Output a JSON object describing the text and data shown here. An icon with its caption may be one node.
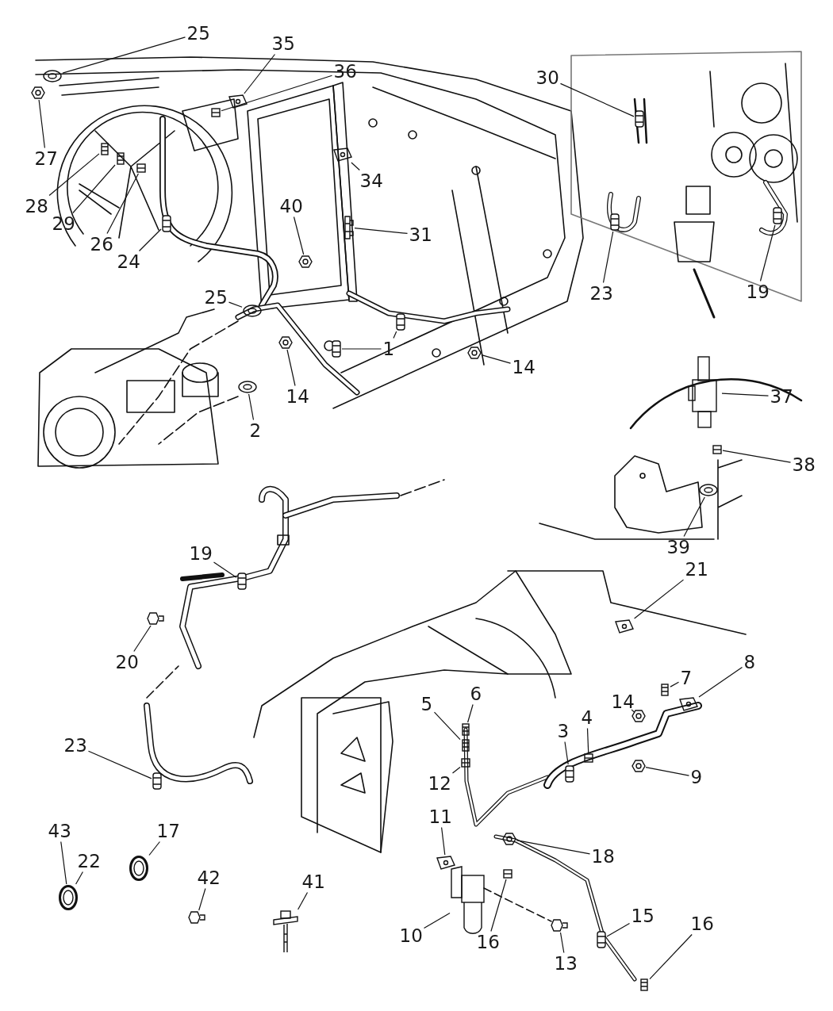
{
  "diagram": {
    "nodes": [
      {
        "text": [
          "25"
        ]
      },
      {
        "text": [
          "35"
        ]
      },
      {
        "text": [
          "36"
        ]
      },
      {
        "text": [
          "27"
        ]
      },
      {
        "text": [
          "28"
        ]
      },
      {
        "text": [
          "29"
        ]
      },
      {
        "text": [
          "26"
        ]
      },
      {
        "text": [
          "24"
        ]
      },
      {
        "text": [
          "34"
        ]
      },
      {
        "text": [
          "31"
        ]
      },
      {
        "text": [
          "40"
        ]
      },
      {
        "text": [
          "25"
        ]
      },
      {
        "text": [
          "1"
        ]
      },
      {
        "text": [
          "14"
        ]
      },
      {
        "text": [
          "14"
        ]
      },
      {
        "text": [
          "2"
        ]
      },
      {
        "text": [
          "30"
        ]
      },
      {
        "text": [
          "23"
        ]
      },
      {
        "text": [
          "19"
        ]
      },
      {
        "text": [
          "37"
        ]
      },
      {
        "text": [
          "38"
        ]
      },
      {
        "text": [
          "39"
        ]
      },
      {
        "text": [
          "19"
        ]
      },
      {
        "text": [
          "21"
        ]
      },
      {
        "text": [
          "20"
        ]
      },
      {
        "text": [
          "7"
        ]
      },
      {
        "text": [
          "8"
        ]
      },
      {
        "text": [
          "14"
        ]
      },
      {
        "text": [
          "5"
        ]
      },
      {
        "text": [
          "6"
        ]
      },
      {
        "text": [
          "4"
        ]
      },
      {
        "text": [
          "3"
        ]
      },
      {
        "text": [
          "23"
        ]
      },
      {
        "text": [
          "9"
        ]
      },
      {
        "text": [
          "12"
        ]
      },
      {
        "text": [
          "43"
        ]
      },
      {
        "text": [
          "17"
        ]
      },
      {
        "text": [
          "11"
        ]
      },
      {
        "text": [
          "18"
        ]
      },
      {
        "text": [
          "22"
        ]
      },
      {
        "text": [
          "42"
        ]
      },
      {
        "text": [
          "41"
        ]
      },
      {
        "text": [
          "15"
        ]
      },
      {
        "text": [
          "16"
        ]
      },
      {
        "text": [
          "10"
        ]
      },
      {
        "text": [
          "16"
        ]
      },
      {
        "text": [
          "13"
        ]
      },
      {
        "text": [],
        "shape": "picture"
      },
      {
        "text": [],
        "shape": "picture"
      },
      {
        "text": [],
        "shape": "picture"
      },
      {
        "text": [],
        "shape": "picture"
      },
      {
        "text": [],
        "shape": "picture"
      },
      {
        "text": [],
        "shape": "picture"
      },
      {
        "text": [],
        "shape": "picture"
      },
      {
        "text": [],
        "shape": "picture"
      },
      {
        "text": [],
        "shape": "picture"
      },
      {
        "text": [],
        "shape": "picture"
      },
      {
        "text": [],
        "shape": "picture"
      },
      {
        "text": [],
        "shape": "picture"
      },
      {
        "text": [],
        "shape": "picture"
      },
      {
        "text": [],
        "shape": "picture"
      },
      {
        "text": [],
        "shape": "picture"
      },
      {
        "text": [],
        "shape": "picture"
      },
      {
        "text": [],
        "shape": "picture"
      },
      {
        "text": [],
        "shape": "picture"
      },
      {
        "text": [],
        "shape": "picture"
      },
      {
        "text": [],
        "shape": "picture"
      },
      {
        "text": [],
        "shape": "picture"
      },
      {
        "text": [],
        "shape": "picture"
      },
      {
        "text": [],
        "shape": "picture"
      },
      {
        "text": [],
        "shape": "picture"
      },
      {
        "text": [],
        "shape": "picture"
      },
      {
        "text": [],
        "shape": "picture"
      },
      {
        "text": [],
        "shape": "picture"
      },
      {
        "text": [],
        "shape": "picture"
      },
      {
        "text": [],
        "shape": "picture"
      },
      {
        "text": [],
        "shape": "picture"
      },
      {
        "text": [],
        "shape": "picture"
      },
      {
        "text": [],
        "shape": "picture"
      },
      {
        "text": [],
        "shape": "picture"
      },
      {
        "text": [],
        "shape": "picture"
      },
      {
        "text": [],
        "shape": "picture"
      },
      {
        "text": [],
        "shape": "picture"
      },
      {
        "text": [],
        "shape": "picture"
      },
      {
        "text": [],
        "shape": "picture"
      },
      {
        "text": [],
        "shape": "picture"
      },
      {
        "text": [],
        "shape": "picture"
      },
      {
        "text": [],
        "shape": "picture"
      },
      {
        "text": [],
        "shape": "picture"
      },
      {
        "text": [],
        "shape": "picture"
      },
      {
        "text": [],
        "shape": "picture"
      },
      {
        "text": [],
        "shape": "picture"
      },
      {
        "text": [],
        "shape": "picture"
      },
      {
        "text": [],
        "shape": "picture"
      }
    ],
    "edges": [
      {
        "from": 0,
        "to": 47,
        "arrow": "none"
      },
      {
        "from": 1,
        "to": 48,
        "arrow": "none"
      },
      {
        "from": 2,
        "to": 49,
        "arrow": "none"
      },
      {
        "from": 3,
        "to": 50,
        "arrow": "none"
      },
      {
        "from": 4,
        "to": 51,
        "arrow": "none"
      },
      {
        "from": 5,
        "to": 52,
        "arrow": "none"
      },
      {
        "from": 6,
        "to": 53,
        "arrow": "none"
      },
      {
        "from": 7,
        "to": 54,
        "arrow": "none"
      },
      {
        "from": 8,
        "to": 55,
        "arrow": "none"
      },
      {
        "from": 9,
        "to": 56,
        "arrow": "none"
      },
      {
        "from": 10,
        "to": 57,
        "arrow": "none"
      },
      {
        "from": 11,
        "to": 58,
        "arrow": "none"
      },
      {
        "from": 12,
        "to": 59,
        "arrow": "none"
      },
      {
        "from": 12,
        "to": 60,
        "arrow": "none"
      },
      {
        "from": 13,
        "to": 61,
        "arrow": "none"
      },
      {
        "from": 14,
        "to": 62,
        "arrow": "none"
      },
      {
        "from": 15,
        "to": 63,
        "arrow": "none"
      },
      {
        "from": 16,
        "to": 64,
        "arrow": "none"
      },
      {
        "from": 17,
        "to": 65,
        "arrow": "none"
      },
      {
        "from": 18,
        "to": 66,
        "arrow": "none"
      },
      {
        "from": 19,
        "to": 67,
        "arrow": "none"
      },
      {
        "from": 20,
        "to": 68,
        "arrow": "none"
      },
      {
        "from": 21,
        "to": 69,
        "arrow": "none"
      },
      {
        "from": 22,
        "to": 70,
        "arrow": "none"
      },
      {
        "from": 23,
        "to": 71,
        "arrow": "none"
      },
      {
        "from": 24,
        "to": 72,
        "arrow": "none"
      },
      {
        "from": 25,
        "to": 73,
        "arrow": "none"
      },
      {
        "from": 26,
        "to": 74,
        "arrow": "none"
      },
      {
        "from": 27,
        "to": 75,
        "arrow": "none"
      },
      {
        "from": 28,
        "to": 76,
        "arrow": "none"
      },
      {
        "from": 29,
        "to": 77,
        "arrow": "none"
      },
      {
        "from": 30,
        "to": 78,
        "arrow": "none"
      },
      {
        "from": 31,
        "to": 79,
        "arrow": "none"
      },
      {
        "from": 32,
        "to": 80,
        "arrow": "none"
      },
      {
        "from": 33,
        "to": 81,
        "arrow": "none"
      },
      {
        "from": 34,
        "to": 82,
        "arrow": "none"
      },
      {
        "from": 35,
        "to": 83,
        "arrow": "none"
      },
      {
        "from": 36,
        "to": 84,
        "arrow": "none"
      },
      {
        "from": 37,
        "to": 85,
        "arrow": "none"
      },
      {
        "from": 38,
        "to": 86,
        "arrow": "none"
      },
      {
        "from": 39,
        "to": 83,
        "arrow": "none"
      },
      {
        "from": 40,
        "to": 87,
        "arrow": "none"
      },
      {
        "from": 41,
        "to": 88,
        "arrow": "none"
      },
      {
        "from": 42,
        "to": 89,
        "arrow": "none"
      },
      {
        "from": 43,
        "to": 90,
        "arrow": "none"
      },
      {
        "from": 44,
        "to": 91,
        "arrow": "none"
      },
      {
        "from": 45,
        "to": 92,
        "arrow": "none"
      },
      {
        "from": 46,
        "to": 93,
        "arrow": "none"
      }
    ]
  }
}
